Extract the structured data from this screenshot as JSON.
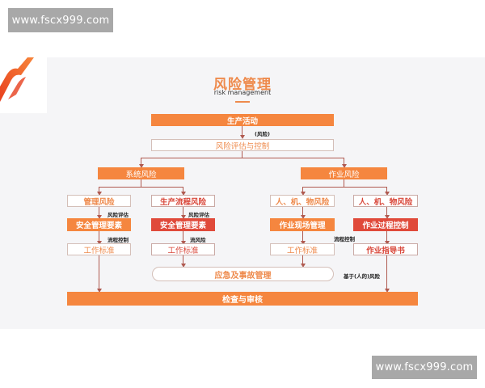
{
  "watermarks": {
    "top": "www.fscx999.com",
    "bottom": "www.fscx999.com"
  },
  "header": {
    "title": "风险管理",
    "subtitle": "risk management"
  },
  "colors": {
    "orange": "#f5863f",
    "red": "#e04a3a",
    "title": "#ee8a4c",
    "connector": "#b05a50",
    "panel": "#f5f5f7"
  },
  "diagram": {
    "top": "生产活动",
    "top_note": "(风险)",
    "assessment": "风险评估与控制",
    "branches": {
      "system": {
        "label": "系统风险",
        "left": {
          "risk": "管理风险",
          "note1": "风险评估",
          "element": "安全管理要素",
          "note2": "流程控制",
          "standard": "工作标准"
        },
        "right": {
          "risk": "生产流程风险",
          "note1": "风险评估",
          "element": "安全管理要素",
          "note2": "流风险",
          "standard": "工作标准"
        }
      },
      "operation": {
        "label": "作业风险",
        "left": {
          "risk": "人、机、物风险",
          "element": "作业现场管理",
          "note2": "流程控制",
          "standard": "工作标准"
        },
        "right": {
          "risk": "人、机、物风险",
          "element": "作业过程控制",
          "standard": "作业指导书"
        }
      }
    },
    "emergency": "应急及事故管理",
    "emergency_note": "基于(人的)风险",
    "bottom": "检查与审核"
  }
}
